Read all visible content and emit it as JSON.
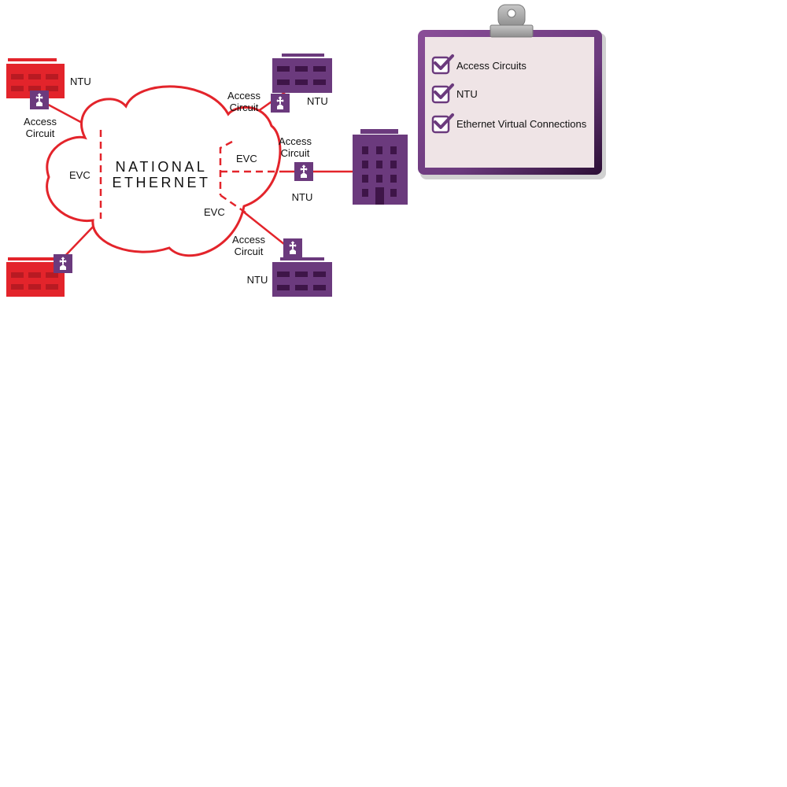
{
  "cloud": {
    "title_line1": "NATIONAL",
    "title_line2": "ETHERNET"
  },
  "labels": {
    "ntu": "NTU",
    "access": "Access",
    "circuit": "Circuit",
    "evc": "EVC"
  },
  "checklist": {
    "items": [
      {
        "label": "Access Circuits",
        "checked": true
      },
      {
        "label": "NTU",
        "checked": true
      },
      {
        "label": "Ethernet Virtual Connections",
        "checked": true
      }
    ]
  },
  "colors": {
    "red": "#e3242b",
    "purple": "#6b3a7d",
    "dark_purple": "#4a1f55",
    "clipboard_fill": "#efe4e6",
    "clip_gray": "#a8a8a8"
  }
}
